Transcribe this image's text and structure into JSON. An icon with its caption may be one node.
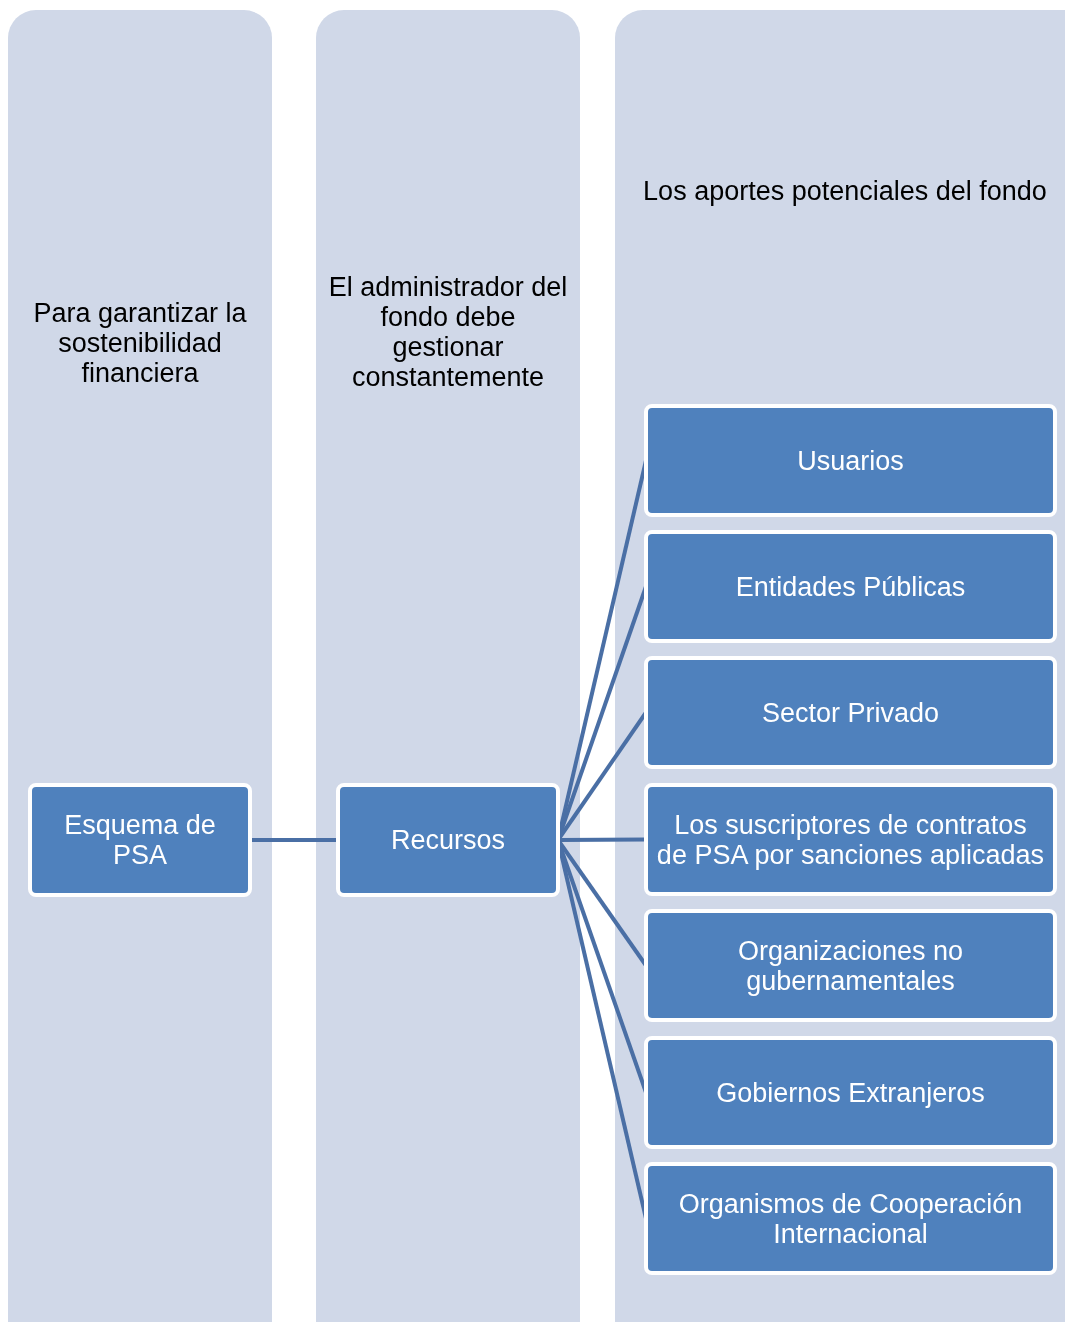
{
  "diagram": {
    "nodes": [
      {
        "text": [
          "Para garantizar la sostenibilidad financiera"
        ]
      },
      {
        "text": [
          "El administrador del fondo debe gestionar constantemente"
        ]
      },
      {
        "text": [
          "Los aportes potenciales del fondo"
        ]
      },
      {
        "text": [
          "Esquema de PSA"
        ],
        "in": 0
      },
      {
        "text": [
          "Recursos"
        ],
        "in": 1
      },
      {
        "text": [
          "Usuarios"
        ],
        "in": 2
      },
      {
        "text": [
          "Entidades Públicas"
        ],
        "in": 2
      },
      {
        "text": [
          "Sector Privado"
        ],
        "in": 2
      },
      {
        "text": [
          "Los suscriptores de contratos de PSA por sanciones aplicadas"
        ],
        "in": 2
      },
      {
        "text": [
          "Organizaciones no gubernamentales"
        ],
        "in": 2
      },
      {
        "text": [
          "Gobiernos Extranjeros"
        ],
        "in": 2
      },
      {
        "text": [
          "Organismos de Cooperación Internacional"
        ],
        "in": 2
      }
    ],
    "edges": [
      {
        "from": 3,
        "to": 4,
        "arrow": "none"
      },
      {
        "from": 4,
        "to": 5,
        "arrow": "none"
      },
      {
        "from": 4,
        "to": 6,
        "arrow": "none"
      },
      {
        "from": 4,
        "to": 7,
        "arrow": "none"
      },
      {
        "from": 4,
        "to": 8,
        "arrow": "none"
      },
      {
        "from": 4,
        "to": 9,
        "arrow": "none"
      },
      {
        "from": 4,
        "to": 10,
        "arrow": "none"
      },
      {
        "from": 4,
        "to": 11,
        "arrow": "none"
      }
    ]
  }
}
